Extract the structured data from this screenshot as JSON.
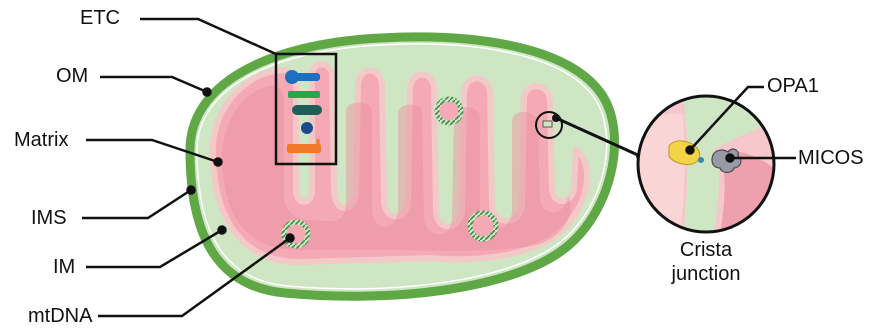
{
  "labels": {
    "etc": "ETC",
    "om": "OM",
    "matrix": "Matrix",
    "ims": "IMS",
    "im": "IM",
    "mtdna": "mtDNA",
    "opa1": "OPA1",
    "micos": "MICOS",
    "crista_line1": "Crista",
    "crista_line2": "junction"
  },
  "colors": {
    "outer_membrane": "#5fa845",
    "intermembrane_space": "#cfe6c4",
    "inner_membrane_edge": "#f2c9c6",
    "matrix": "#f4a9b5",
    "matrix_dark": "#ec8fa0",
    "etc_box": "#111111",
    "etc_blue": "#1c6fc1",
    "etc_green": "#22a94c",
    "etc_teal": "#1d5f56",
    "etc_navy": "#1b4b8a",
    "etc_orange": "#f07a2a",
    "mtdna_ring": "#3a8a45",
    "opa1": "#f1d547",
    "micos": "#9a9aa6"
  },
  "icons": {
    "mitochondrion": "mitochondrion-icon",
    "etc_complexes": "etc-complex-icon",
    "mtdna_nucleoid": "mtdna-ring-icon",
    "opa1_protein": "opa1-protein-icon",
    "micos_complex": "micos-complex-icon"
  }
}
